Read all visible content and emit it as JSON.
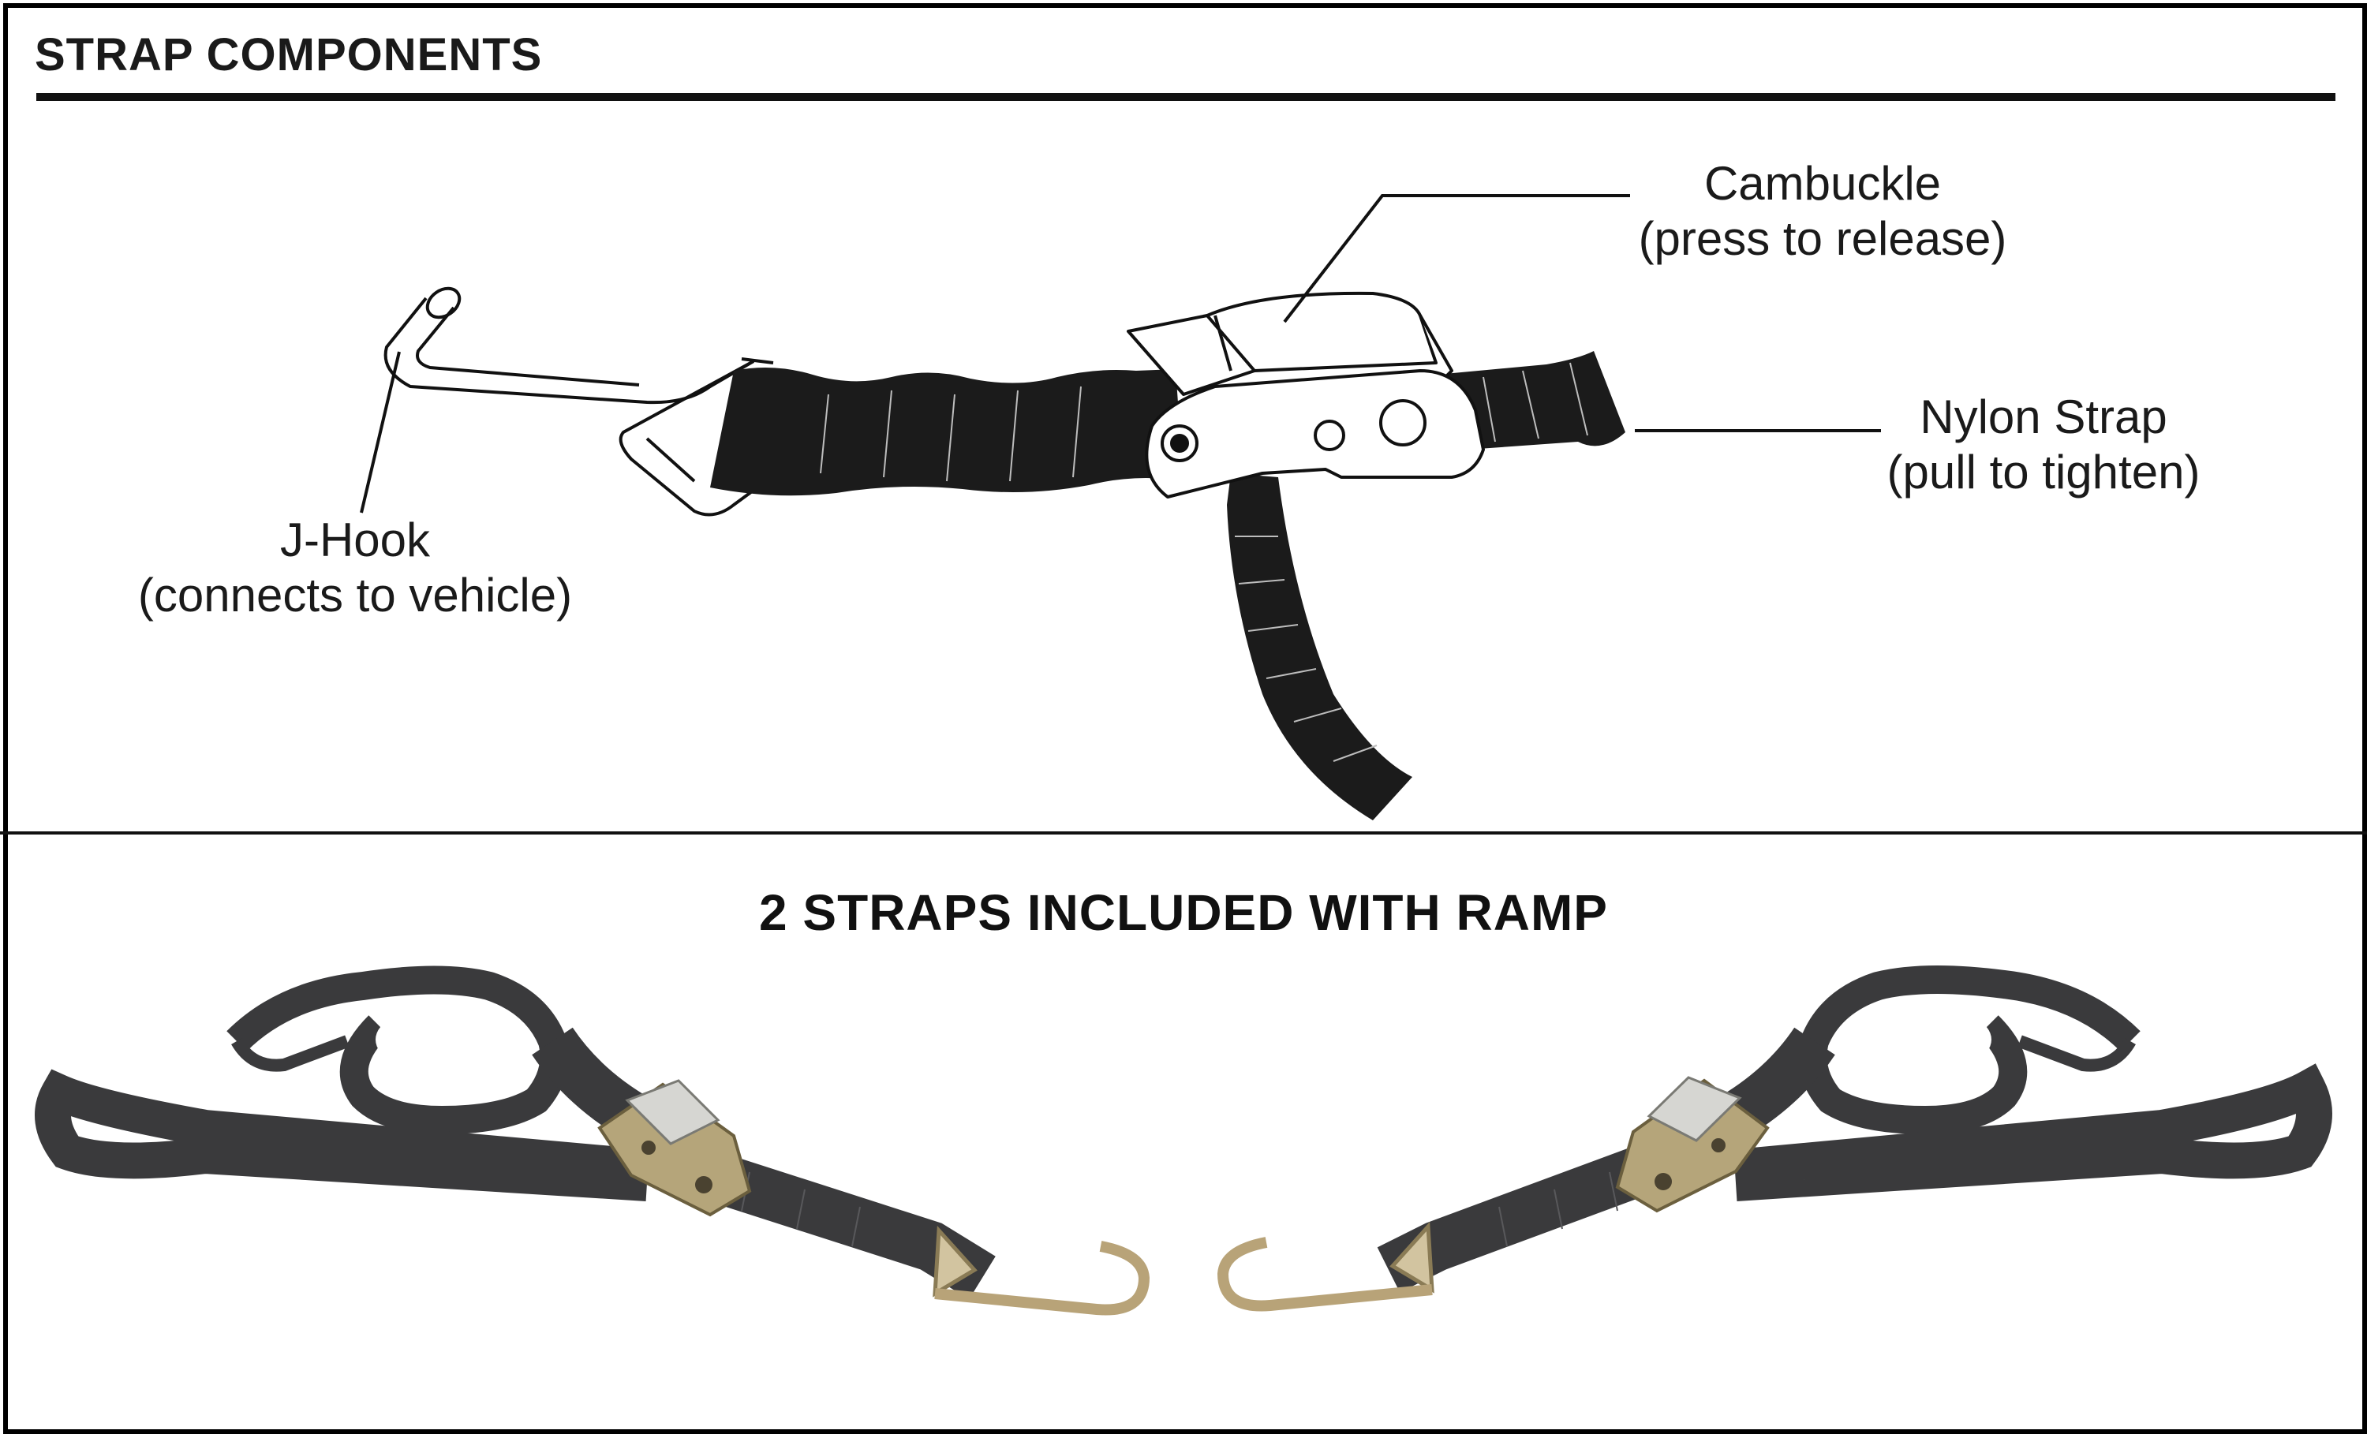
{
  "header": {
    "title": "STRAP COMPONENTS"
  },
  "labels": {
    "cambuckle": {
      "name": "Cambuckle",
      "note": "(press to release)"
    },
    "nylon_strap": {
      "name": "Nylon Strap",
      "note": "(pull to tighten)"
    },
    "j_hook": {
      "name": "J-Hook",
      "note": "(connects to vehicle)"
    }
  },
  "photo_section": {
    "title": "2 STRAPS INCLUDED WITH RAMP"
  },
  "colors": {
    "strap_dark": "#1b1b1b",
    "strap_gray": "#3a3a3c",
    "buckle_silver": "#c9c9c4",
    "hook_brass": "#b8a378"
  }
}
